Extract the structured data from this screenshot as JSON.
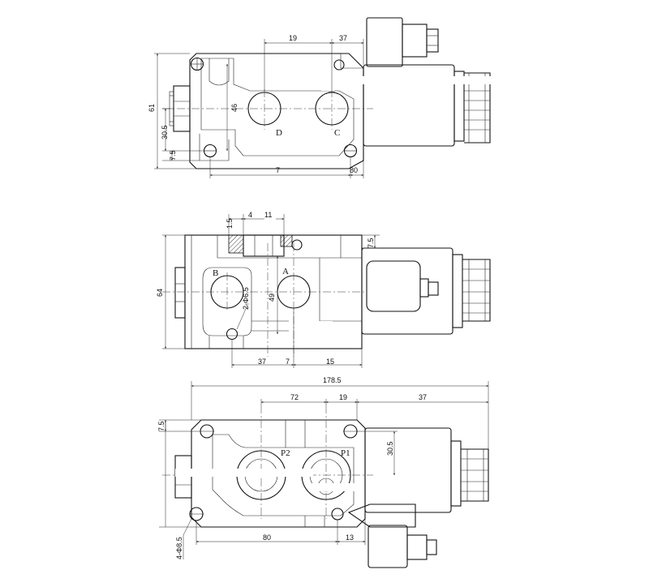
{
  "top_view": {
    "dims": {
      "w19": "19",
      "w37": "37",
      "h61": "61",
      "h46": "46",
      "h30_5": "30.5",
      "h7_5": "7.5",
      "w7": "7",
      "w80": "80"
    },
    "ports": {
      "d": "D",
      "c": "C"
    }
  },
  "middle_view": {
    "dims": {
      "t1_5": "1.5",
      "t4": "4",
      "t11": "11",
      "h7_5": "7.5",
      "h64": "64",
      "h49": "49",
      "thread": "2-Φ6.5",
      "w37": "37",
      "w7": "7",
      "w15": "15"
    },
    "ports": {
      "b": "B",
      "a": "A"
    }
  },
  "bottom_view": {
    "dims": {
      "total": "178.5",
      "w72": "72",
      "w19": "19",
      "w37": "37",
      "h7_5": "7.5",
      "h30_5": "30.5",
      "holes": "4-Φ8.5",
      "w80": "80",
      "w13": "13"
    },
    "ports": {
      "p2": "P2",
      "p1": "P1"
    }
  }
}
